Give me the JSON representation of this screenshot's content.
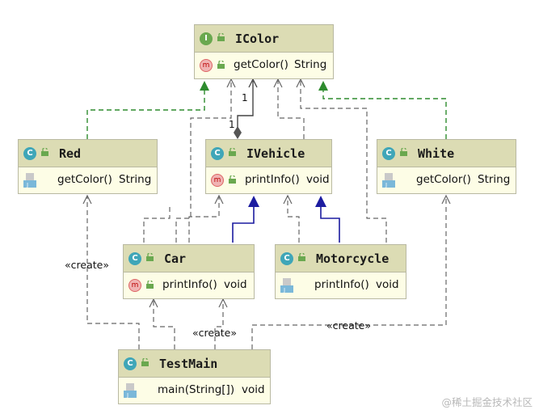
{
  "classes": {
    "icolor": {
      "kind": "I",
      "name": "IColor",
      "member_name": "getColor()",
      "member_type": "String"
    },
    "ivehicle": {
      "kind": "C",
      "name": "IVehicle",
      "member_name": "printInfo()",
      "member_type": "void"
    },
    "red": {
      "kind": "C",
      "name": "Red",
      "member_name": "getColor()",
      "member_type": "String"
    },
    "white": {
      "kind": "C",
      "name": "White",
      "member_name": "getColor()",
      "member_type": "String"
    },
    "car": {
      "kind": "C",
      "name": "Car",
      "member_name": "printInfo()",
      "member_type": "void"
    },
    "motorcycle": {
      "kind": "C",
      "name": "Motorcycle",
      "member_name": "printInfo()",
      "member_type": "void"
    },
    "testmain": {
      "kind": "C",
      "name": "TestMain",
      "member_name": "main(String[])",
      "member_type": "void"
    }
  },
  "labels": {
    "mult_icolor_end": "1",
    "mult_ivehicle_end": "1",
    "create_red": "«create»",
    "create_car": "«create»",
    "create_white": "«create»"
  },
  "method_icon_letter": "m",
  "watermark": "@稀土掘金技术社区",
  "colors": {
    "header": "#dcdcb4",
    "body": "#fdfde6",
    "border": "#b9b9a2",
    "implements_green": "#2e8b2e",
    "extends_blue": "#1c1ca0",
    "dependency_gray": "#666666"
  }
}
